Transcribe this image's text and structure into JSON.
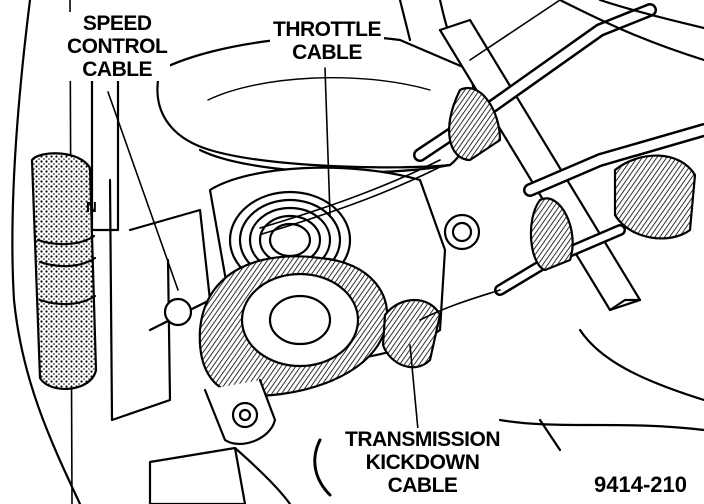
{
  "labels": {
    "speed_control": [
      "SPEED",
      "CONTROL",
      "CABLE"
    ],
    "throttle": [
      "THROTTLE",
      "CABLE"
    ],
    "kickdown": [
      "TRANSMISSION",
      "KICKDOWN",
      "CABLE"
    ]
  },
  "marker_letter": "N",
  "figure_number": "9414-210",
  "colors": {
    "ink": "#000000",
    "paper": "#ffffff"
  }
}
